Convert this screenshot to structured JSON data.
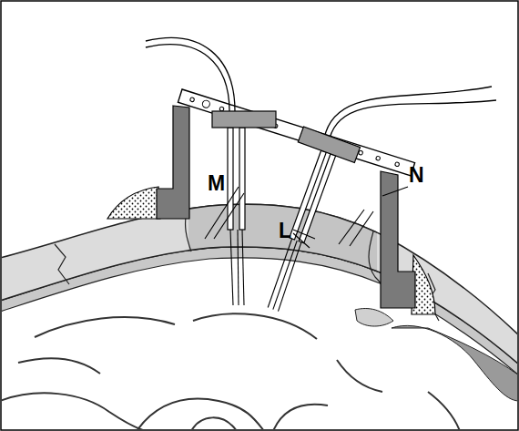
{
  "diagram": {
    "labels": [
      "M",
      "N",
      "L"
    ]
  }
}
